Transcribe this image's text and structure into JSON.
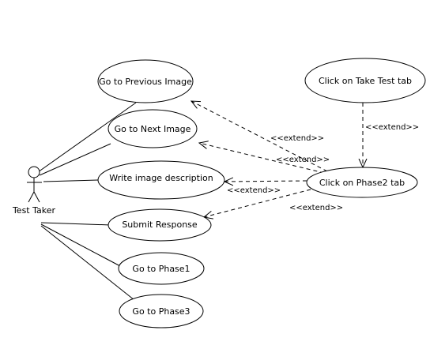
{
  "actor": {
    "label": "Test Taker"
  },
  "use_cases": [
    {
      "id": "prev",
      "label": "Go to Previous Image"
    },
    {
      "id": "next",
      "label": "Go to Next Image"
    },
    {
      "id": "desc",
      "label": "Write image description"
    },
    {
      "id": "submit",
      "label": "Submit Response"
    },
    {
      "id": "phase1",
      "label": "Go to Phase1"
    },
    {
      "id": "phase3",
      "label": "Go to Phase3"
    },
    {
      "id": "take",
      "label": "Click on Take Test tab"
    },
    {
      "id": "phase2",
      "label": "Click on Phase2 tab"
    }
  ],
  "relationships": [
    {
      "from": "phase2",
      "to": "prev",
      "label": "<<extend>>"
    },
    {
      "from": "phase2",
      "to": "next",
      "label": "<<extend>>"
    },
    {
      "from": "phase2",
      "to": "desc",
      "label": "<<extend>>"
    },
    {
      "from": "phase2",
      "to": "submit",
      "label": "<<extend>>"
    },
    {
      "from": "take",
      "to": "phase2",
      "label": "<<extend>>"
    }
  ]
}
